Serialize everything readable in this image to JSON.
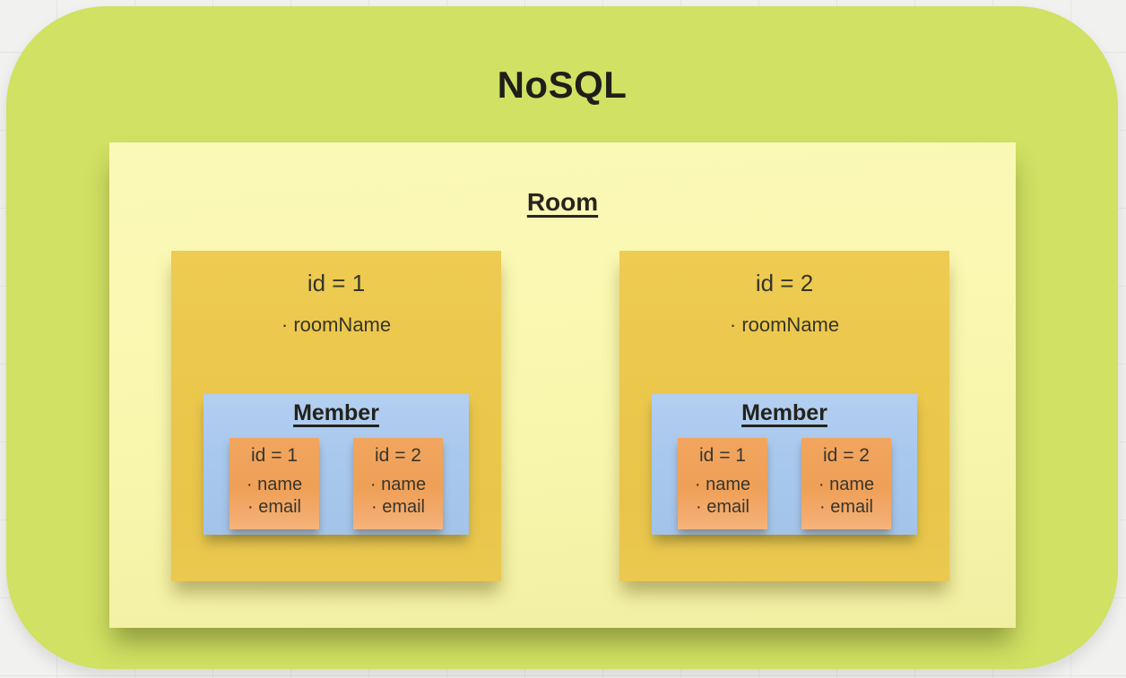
{
  "board": {
    "background_color": "#f1f1ef",
    "grid_color": "#e5e5e3"
  },
  "nosql": {
    "title": "NoSQL",
    "color": "#d0e163",
    "text_color": "#1f1e19",
    "room": {
      "title": "Room",
      "color": "#f9f7ae",
      "documents": [
        {
          "id_label": "id = 1",
          "fields": [
            "· roomName"
          ],
          "color": "#ecc84d",
          "member": {
            "title": "Member",
            "color": "#a9c8ed",
            "items": [
              {
                "id_label": "id = 1",
                "fields": [
                  "· name",
                  "· email"
                ],
                "color": "#f0a159"
              },
              {
                "id_label": "id = 2",
                "fields": [
                  "· name",
                  "· email"
                ],
                "color": "#f0a159"
              }
            ]
          }
        },
        {
          "id_label": "id = 2",
          "fields": [
            "· roomName"
          ],
          "color": "#ecc84d",
          "member": {
            "title": "Member",
            "color": "#a9c8ed",
            "items": [
              {
                "id_label": "id = 1",
                "fields": [
                  "· name",
                  "· email"
                ],
                "color": "#f0a159"
              },
              {
                "id_label": "id = 2",
                "fields": [
                  "· name",
                  "· email"
                ],
                "color": "#f0a159"
              }
            ]
          }
        }
      ]
    }
  }
}
